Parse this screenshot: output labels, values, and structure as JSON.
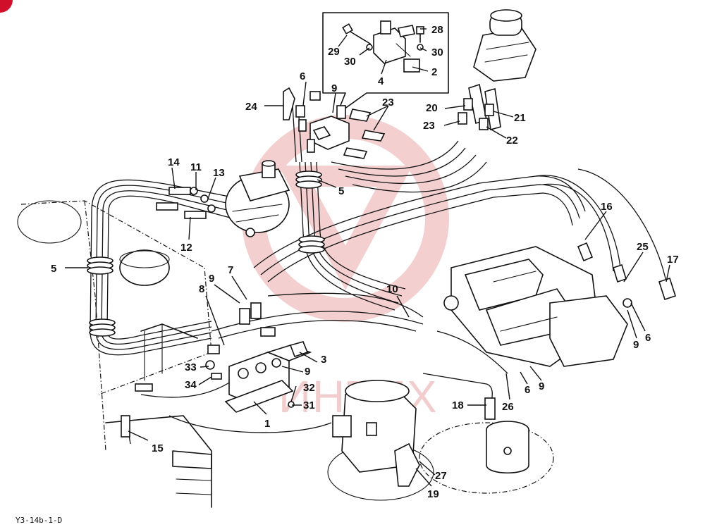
{
  "diagram": {
    "drawing_code": "Y3-14b-1-D",
    "watermark_text": "ИНТЕХ",
    "callouts": [
      {
        "id": "c1",
        "label": "1"
      },
      {
        "id": "c2",
        "label": "2"
      },
      {
        "id": "c3",
        "label": "3"
      },
      {
        "id": "c4",
        "label": "4"
      },
      {
        "id": "c5a",
        "label": "5"
      },
      {
        "id": "c5b",
        "label": "5"
      },
      {
        "id": "c6a",
        "label": "6"
      },
      {
        "id": "c6b",
        "label": "6"
      },
      {
        "id": "c6c",
        "label": "6"
      },
      {
        "id": "c7",
        "label": "7"
      },
      {
        "id": "c8",
        "label": "8"
      },
      {
        "id": "c9a",
        "label": "9"
      },
      {
        "id": "c9b",
        "label": "9"
      },
      {
        "id": "c9c",
        "label": "9"
      },
      {
        "id": "c9d",
        "label": "9"
      },
      {
        "id": "c9e",
        "label": "9"
      },
      {
        "id": "c10",
        "label": "10"
      },
      {
        "id": "c11",
        "label": "11"
      },
      {
        "id": "c12",
        "label": "12"
      },
      {
        "id": "c13",
        "label": "13"
      },
      {
        "id": "c14",
        "label": "14"
      },
      {
        "id": "c15",
        "label": "15"
      },
      {
        "id": "c16",
        "label": "16"
      },
      {
        "id": "c17",
        "label": "17"
      },
      {
        "id": "c18",
        "label": "18"
      },
      {
        "id": "c19",
        "label": "19"
      },
      {
        "id": "c20",
        "label": "20"
      },
      {
        "id": "c21",
        "label": "21"
      },
      {
        "id": "c22",
        "label": "22"
      },
      {
        "id": "c23a",
        "label": "23"
      },
      {
        "id": "c23b",
        "label": "23"
      },
      {
        "id": "c24",
        "label": "24"
      },
      {
        "id": "c25",
        "label": "25"
      },
      {
        "id": "c26",
        "label": "26"
      },
      {
        "id": "c27",
        "label": "27"
      },
      {
        "id": "c28",
        "label": "28"
      },
      {
        "id": "c29",
        "label": "29"
      },
      {
        "id": "c30a",
        "label": "30"
      },
      {
        "id": "c30b",
        "label": "30"
      },
      {
        "id": "c31",
        "label": "31"
      },
      {
        "id": "c32",
        "label": "32"
      },
      {
        "id": "c33",
        "label": "33"
      },
      {
        "id": "c34",
        "label": "34"
      }
    ],
    "colors": {
      "line": "#111111",
      "watermark": "#f0c8c8",
      "corner_badge": "#d0102a"
    }
  }
}
